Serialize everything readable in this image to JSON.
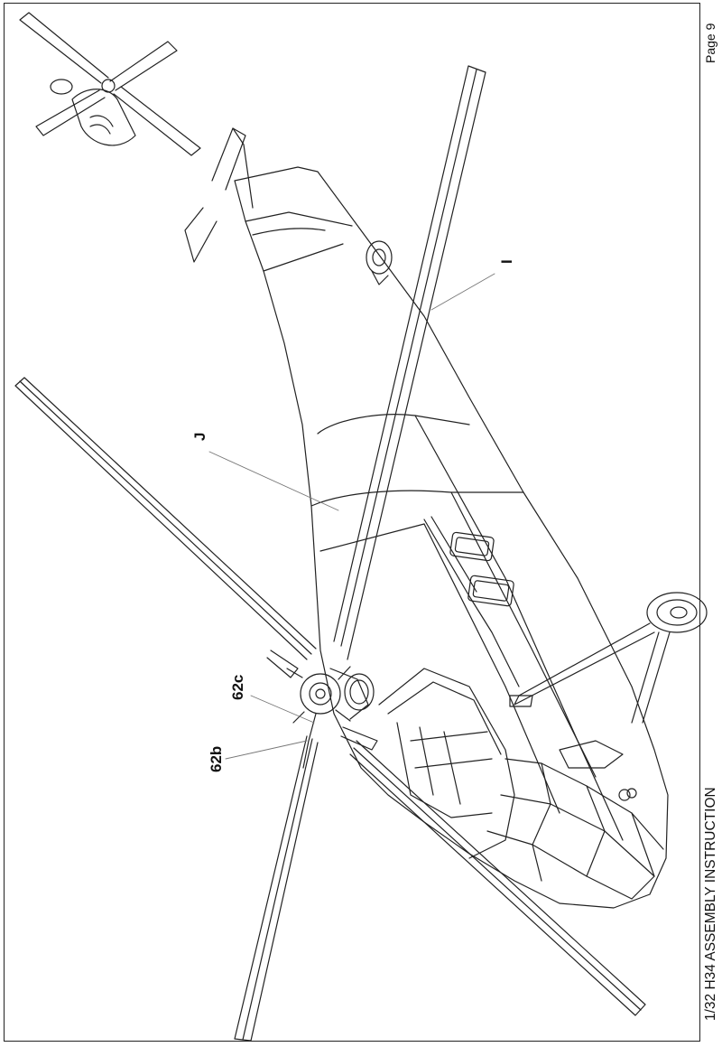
{
  "header": {
    "page_label": "Page 9",
    "document_title": "1/32 H34 ASSEMBLY INSTRUCTION"
  },
  "callouts": {
    "part_i": "I",
    "part_j": "J",
    "part_62c": "62c",
    "part_62b": "62b"
  },
  "colors": {
    "line": "#222222",
    "leader": "#777777",
    "paper": "#ffffff"
  }
}
